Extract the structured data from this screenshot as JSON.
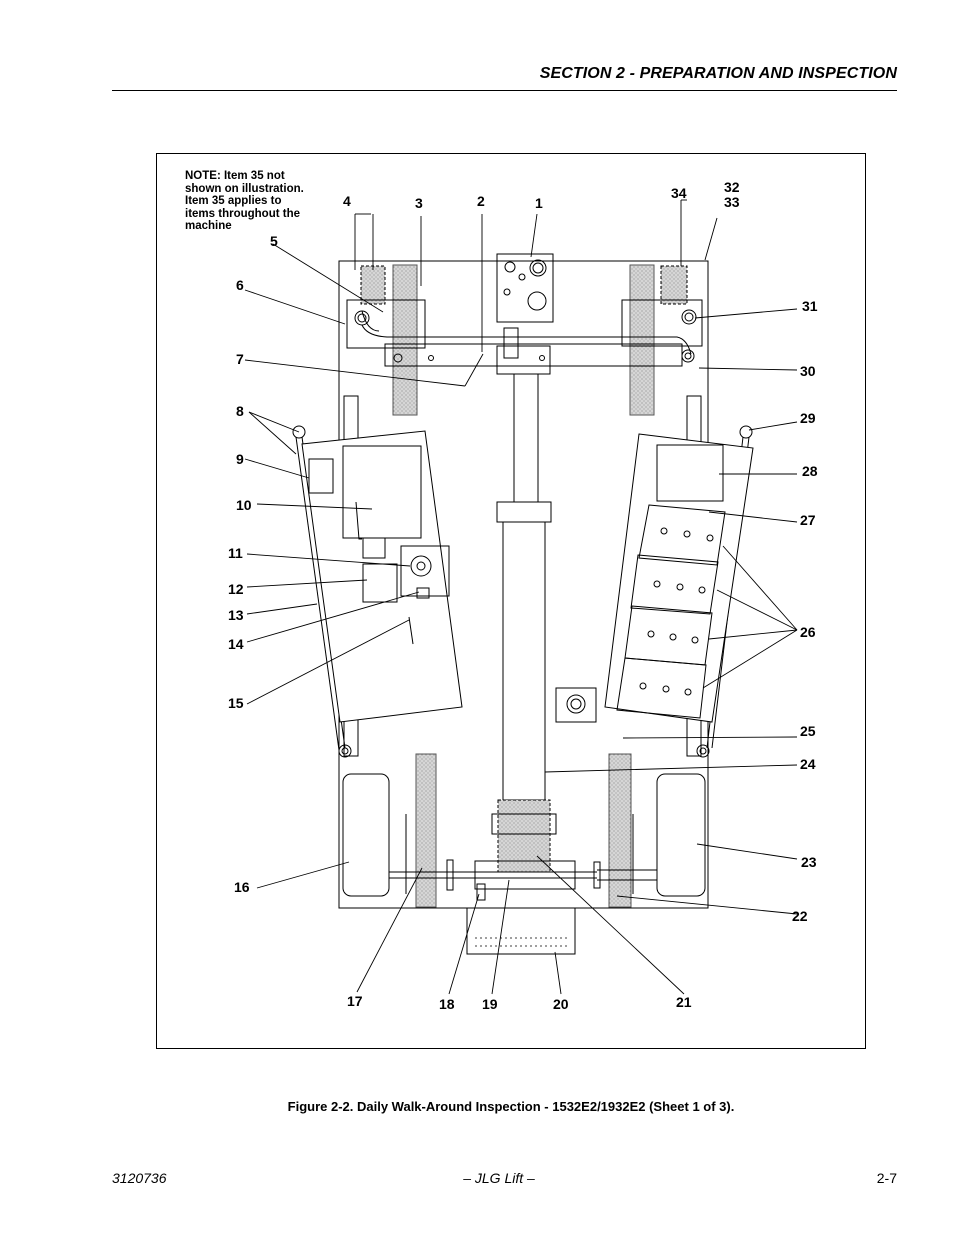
{
  "header": {
    "section_title": "SECTION 2 - PREPARATION AND INSPECTION"
  },
  "figure": {
    "note_lines": [
      "NOTE: Item 35 not",
      "shown on illustration.",
      "Item 35 applies to",
      "items throughout the",
      "machine"
    ],
    "callouts": [
      "1",
      "2",
      "3",
      "4",
      "5",
      "6",
      "7",
      "8",
      "9",
      "10",
      "11",
      "12",
      "13",
      "14",
      "15",
      "16",
      "17",
      "18",
      "19",
      "20",
      "21",
      "22",
      "23",
      "24",
      "25",
      "26",
      "27",
      "28",
      "29",
      "30",
      "31",
      "32",
      "33",
      "34"
    ],
    "caption": "Figure 2-2.  Daily Walk-Around Inspection - 1532E2/1932E2 (Sheet 1 of 3)."
  },
  "footer": {
    "doc_number": "3120736",
    "center_text": "– JLG Lift –",
    "page_number": "2-7"
  }
}
